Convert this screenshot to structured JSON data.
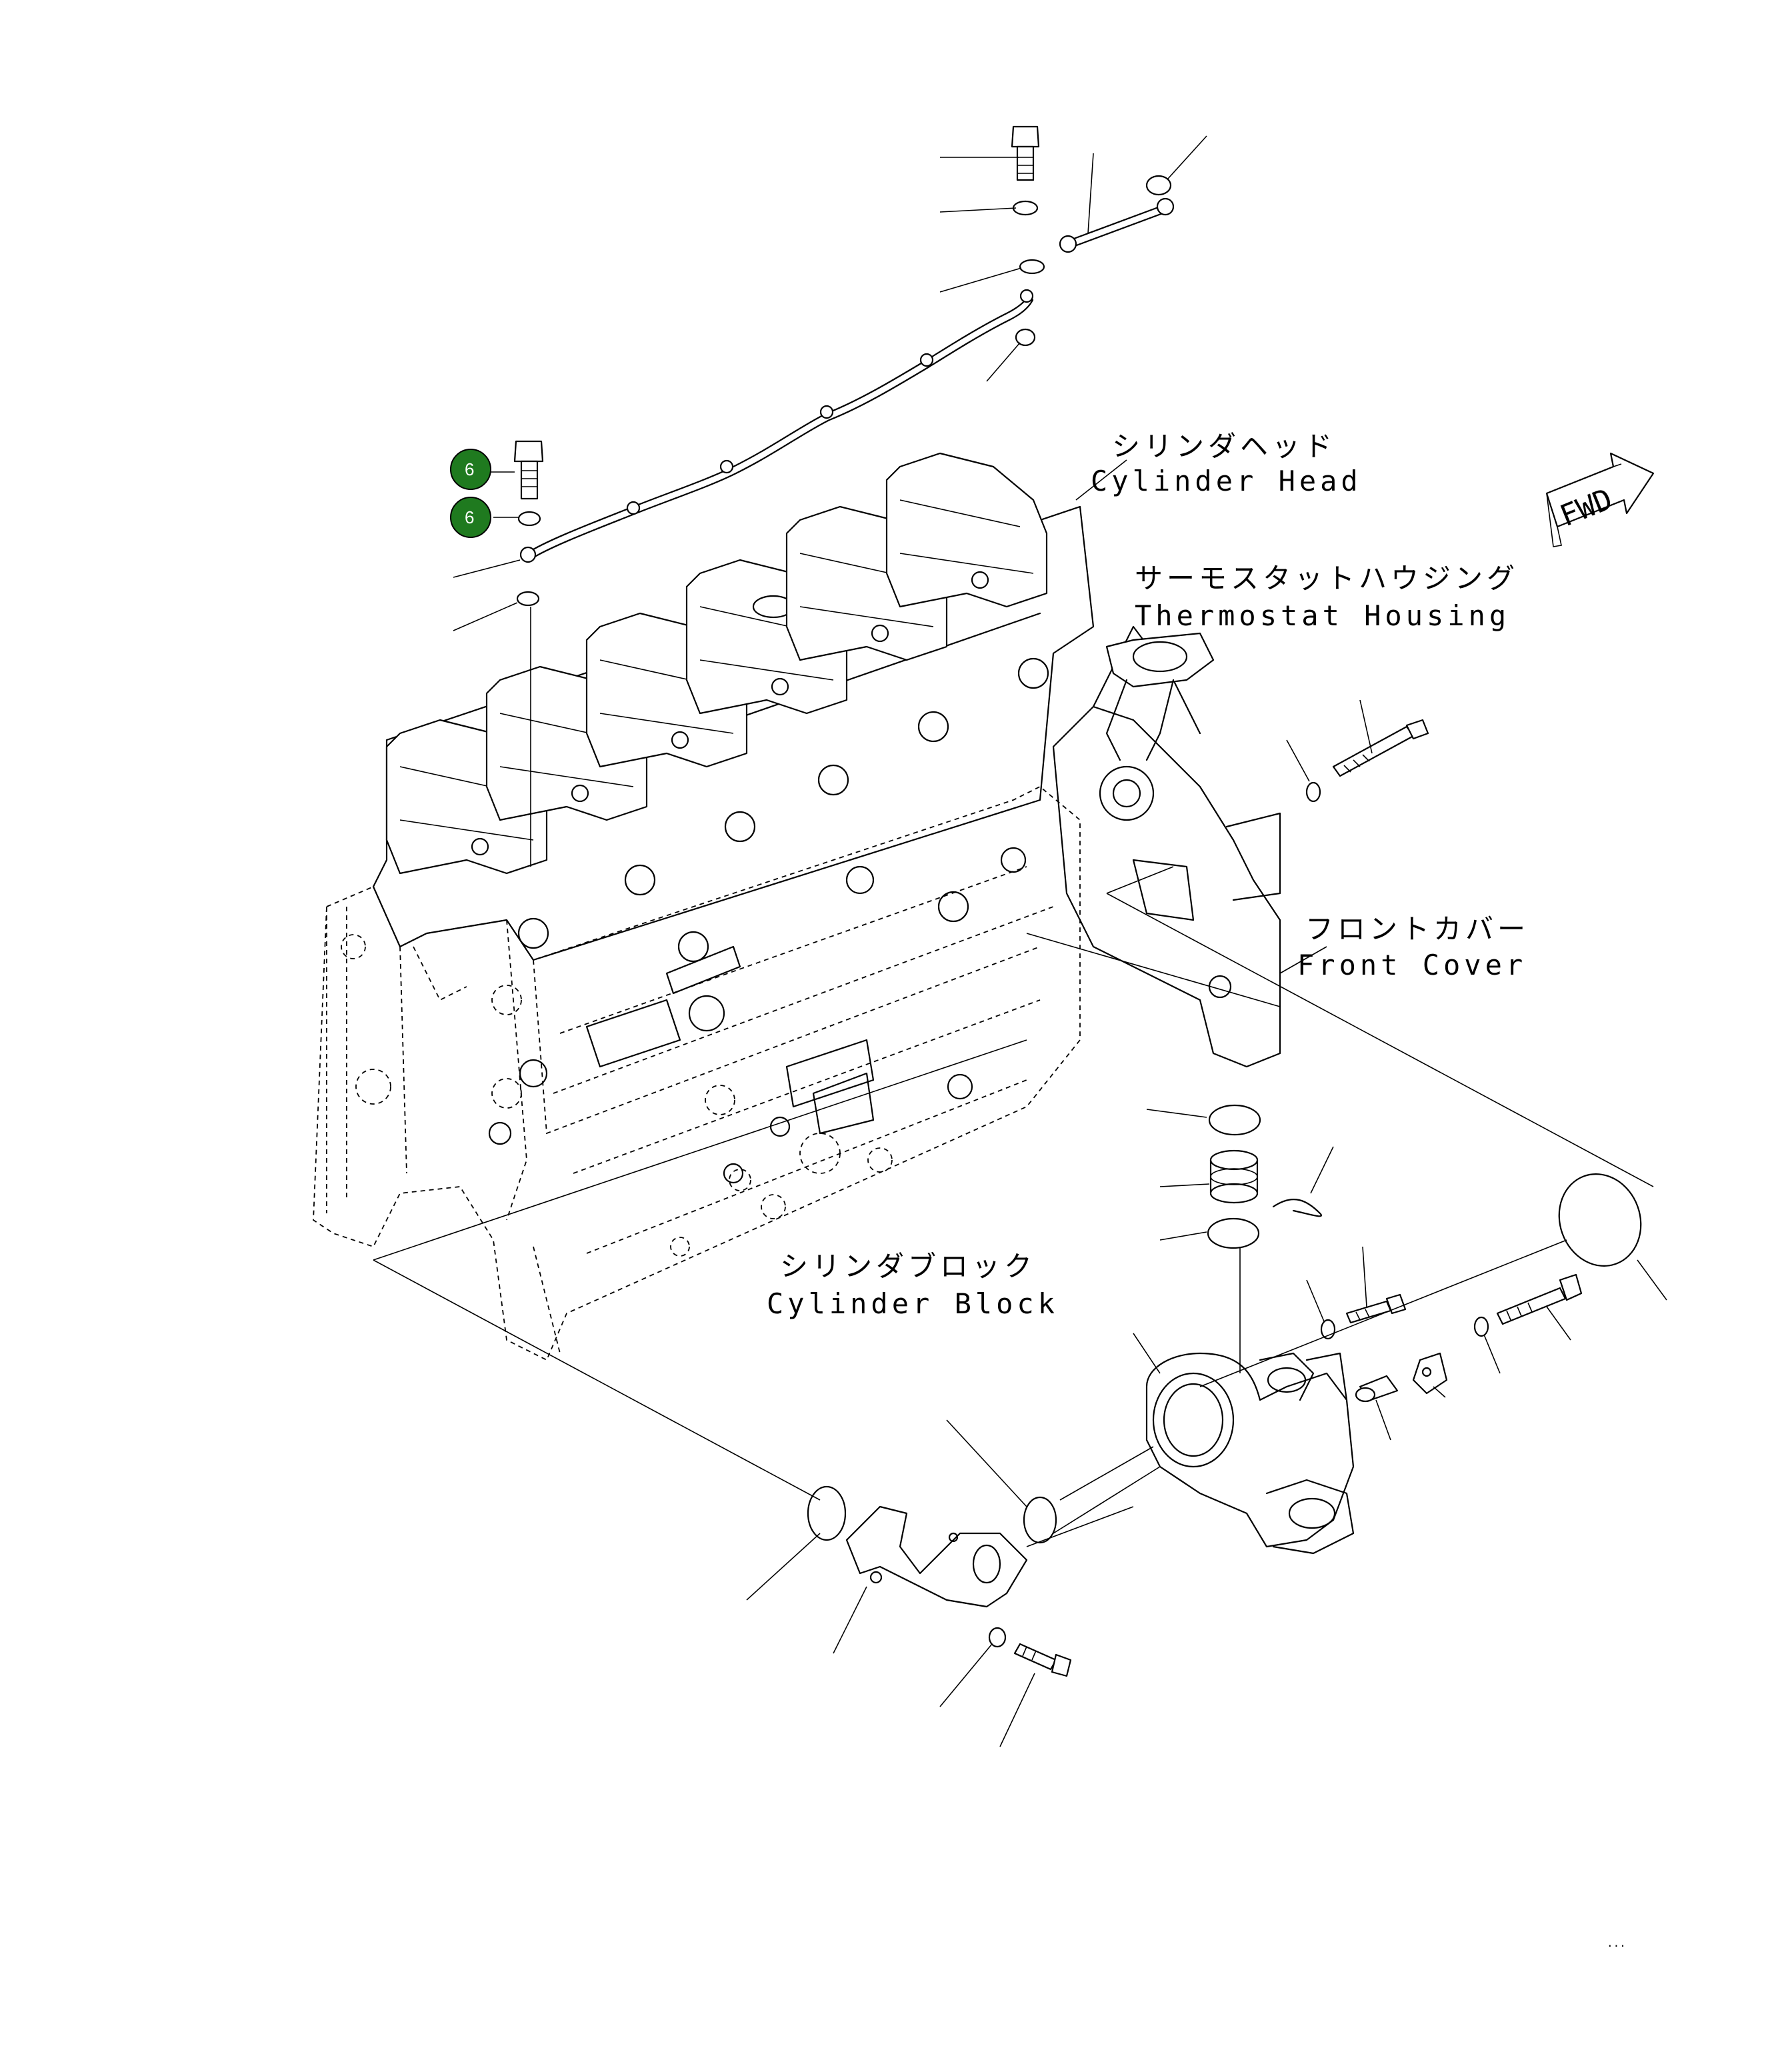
{
  "labels": {
    "cylinder_head_jp": "シリンダヘッド",
    "cylinder_head_en": "Cylinder Head",
    "thermostat_jp": "サーモスタットハウジング",
    "thermostat_en": "Thermostat Housing",
    "front_cover_jp": "フロントカバー",
    "front_cover_en": "Front Cover",
    "cylinder_block_jp": "シリンダブロック",
    "cylinder_block_en": "Cylinder Block",
    "fwd": "FWD",
    "drawing_code": "..."
  },
  "callouts": [
    {
      "number": "6",
      "color": "#1f7a1f"
    },
    {
      "number": "6",
      "color": "#1f7a1f"
    }
  ]
}
